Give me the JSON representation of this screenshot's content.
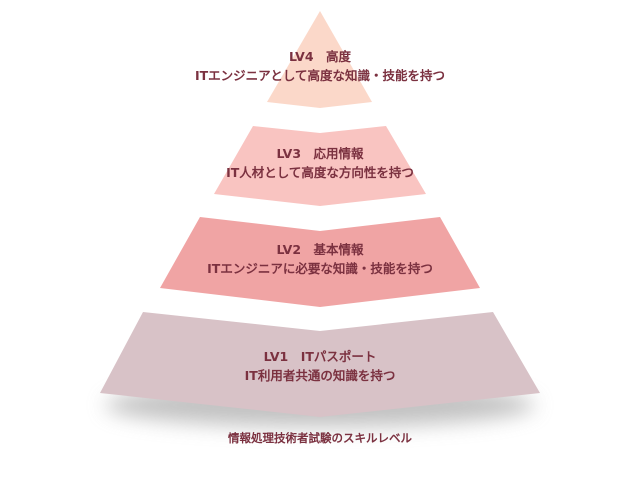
{
  "levels": [
    {
      "title": "LV4　高度",
      "desc": "ITエンジニアとして高度な知識・技能を持つ",
      "color": "#fbd8c9"
    },
    {
      "title": "LV3　応用情報",
      "desc": "IT人材として高度な方向性を持つ",
      "color": "#f9c4c1"
    },
    {
      "title": "LV2　基本情報",
      "desc": "ITエンジニアに必要な知識・技能を持つ",
      "color": "#f0a4a4"
    },
    {
      "title": "LV1　ITパスポート",
      "desc": "IT利用者共通の知識を持つ",
      "color": "#d8c2c7"
    }
  ],
  "caption": "情報処理技術者試験のスキルレベル"
}
